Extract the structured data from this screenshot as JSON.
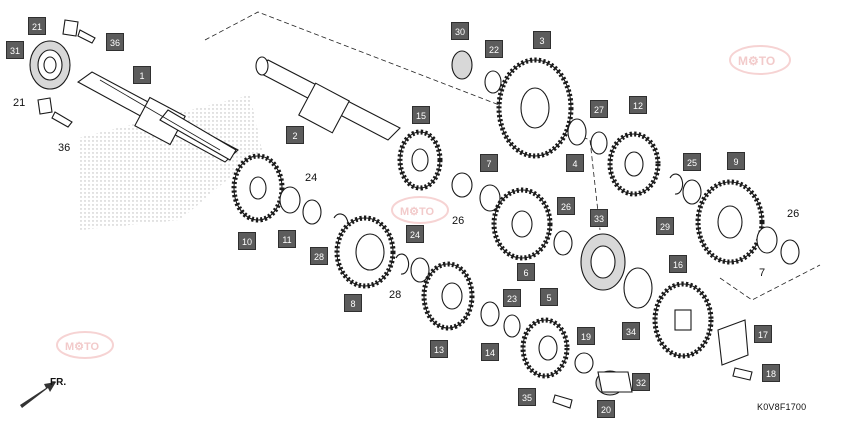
{
  "diagram": {
    "code": "K0V8F1700",
    "front_indicator": "FR.",
    "watermark": "MOTO",
    "boxed_callouts": [
      "1",
      "2",
      "3",
      "4",
      "5",
      "6",
      "7",
      "8",
      "9",
      "10",
      "11",
      "12",
      "13",
      "14",
      "15",
      "16",
      "17",
      "18",
      "19",
      "20",
      "21",
      "22",
      "23",
      "24",
      "25",
      "26",
      "27",
      "28",
      "29",
      "30",
      "31",
      "32",
      "33",
      "34",
      "35",
      "36"
    ],
    "plain_callouts": [
      "21",
      "36",
      "24",
      "26",
      "28",
      "26",
      "7"
    ]
  },
  "colors": {
    "badge": "#5c5c5c",
    "line": "#1a1a1a",
    "watermark": "#e8a0a0"
  }
}
